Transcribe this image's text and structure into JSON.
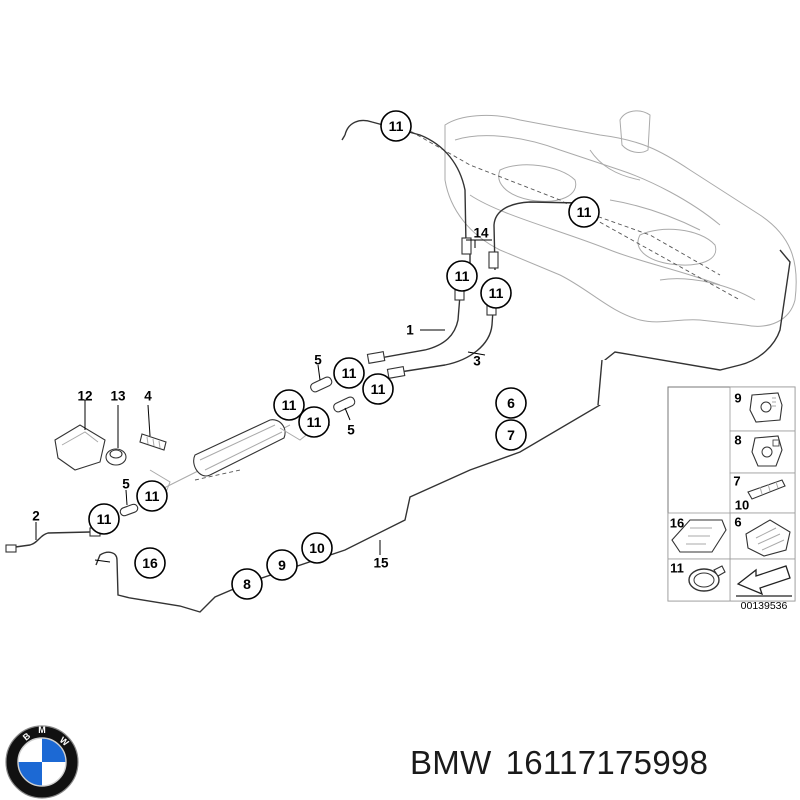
{
  "diagram_number": "00139536",
  "callouts": {
    "c11a": "11",
    "c11b": "11",
    "c11c": "11",
    "c11d": "11",
    "c11e": "11",
    "c11f": "11",
    "c11g": "11",
    "c11h": "11",
    "c11i": "11",
    "c11j": "11",
    "c6": "6",
    "c7": "7",
    "c8": "8",
    "c9": "9",
    "c10": "10",
    "c16": "16"
  },
  "tags": {
    "t14": "14",
    "t1": "1",
    "t3": "3",
    "t5a": "5",
    "t5b": "5",
    "t5c": "5",
    "t12": "12",
    "t13": "13",
    "t4": "4",
    "t2": "2",
    "t15": "15"
  },
  "legend": {
    "n9": "9",
    "n8": "8",
    "n7": "7",
    "n10": "10",
    "n16": "16",
    "n6": "6",
    "n11": "11"
  },
  "footer": {
    "brand": "BMW",
    "part_number": "16117175998"
  },
  "logo": {
    "letters": "BMW",
    "colors": {
      "blue": "#1c69d4",
      "black": "#111111",
      "white": "#ffffff"
    }
  }
}
